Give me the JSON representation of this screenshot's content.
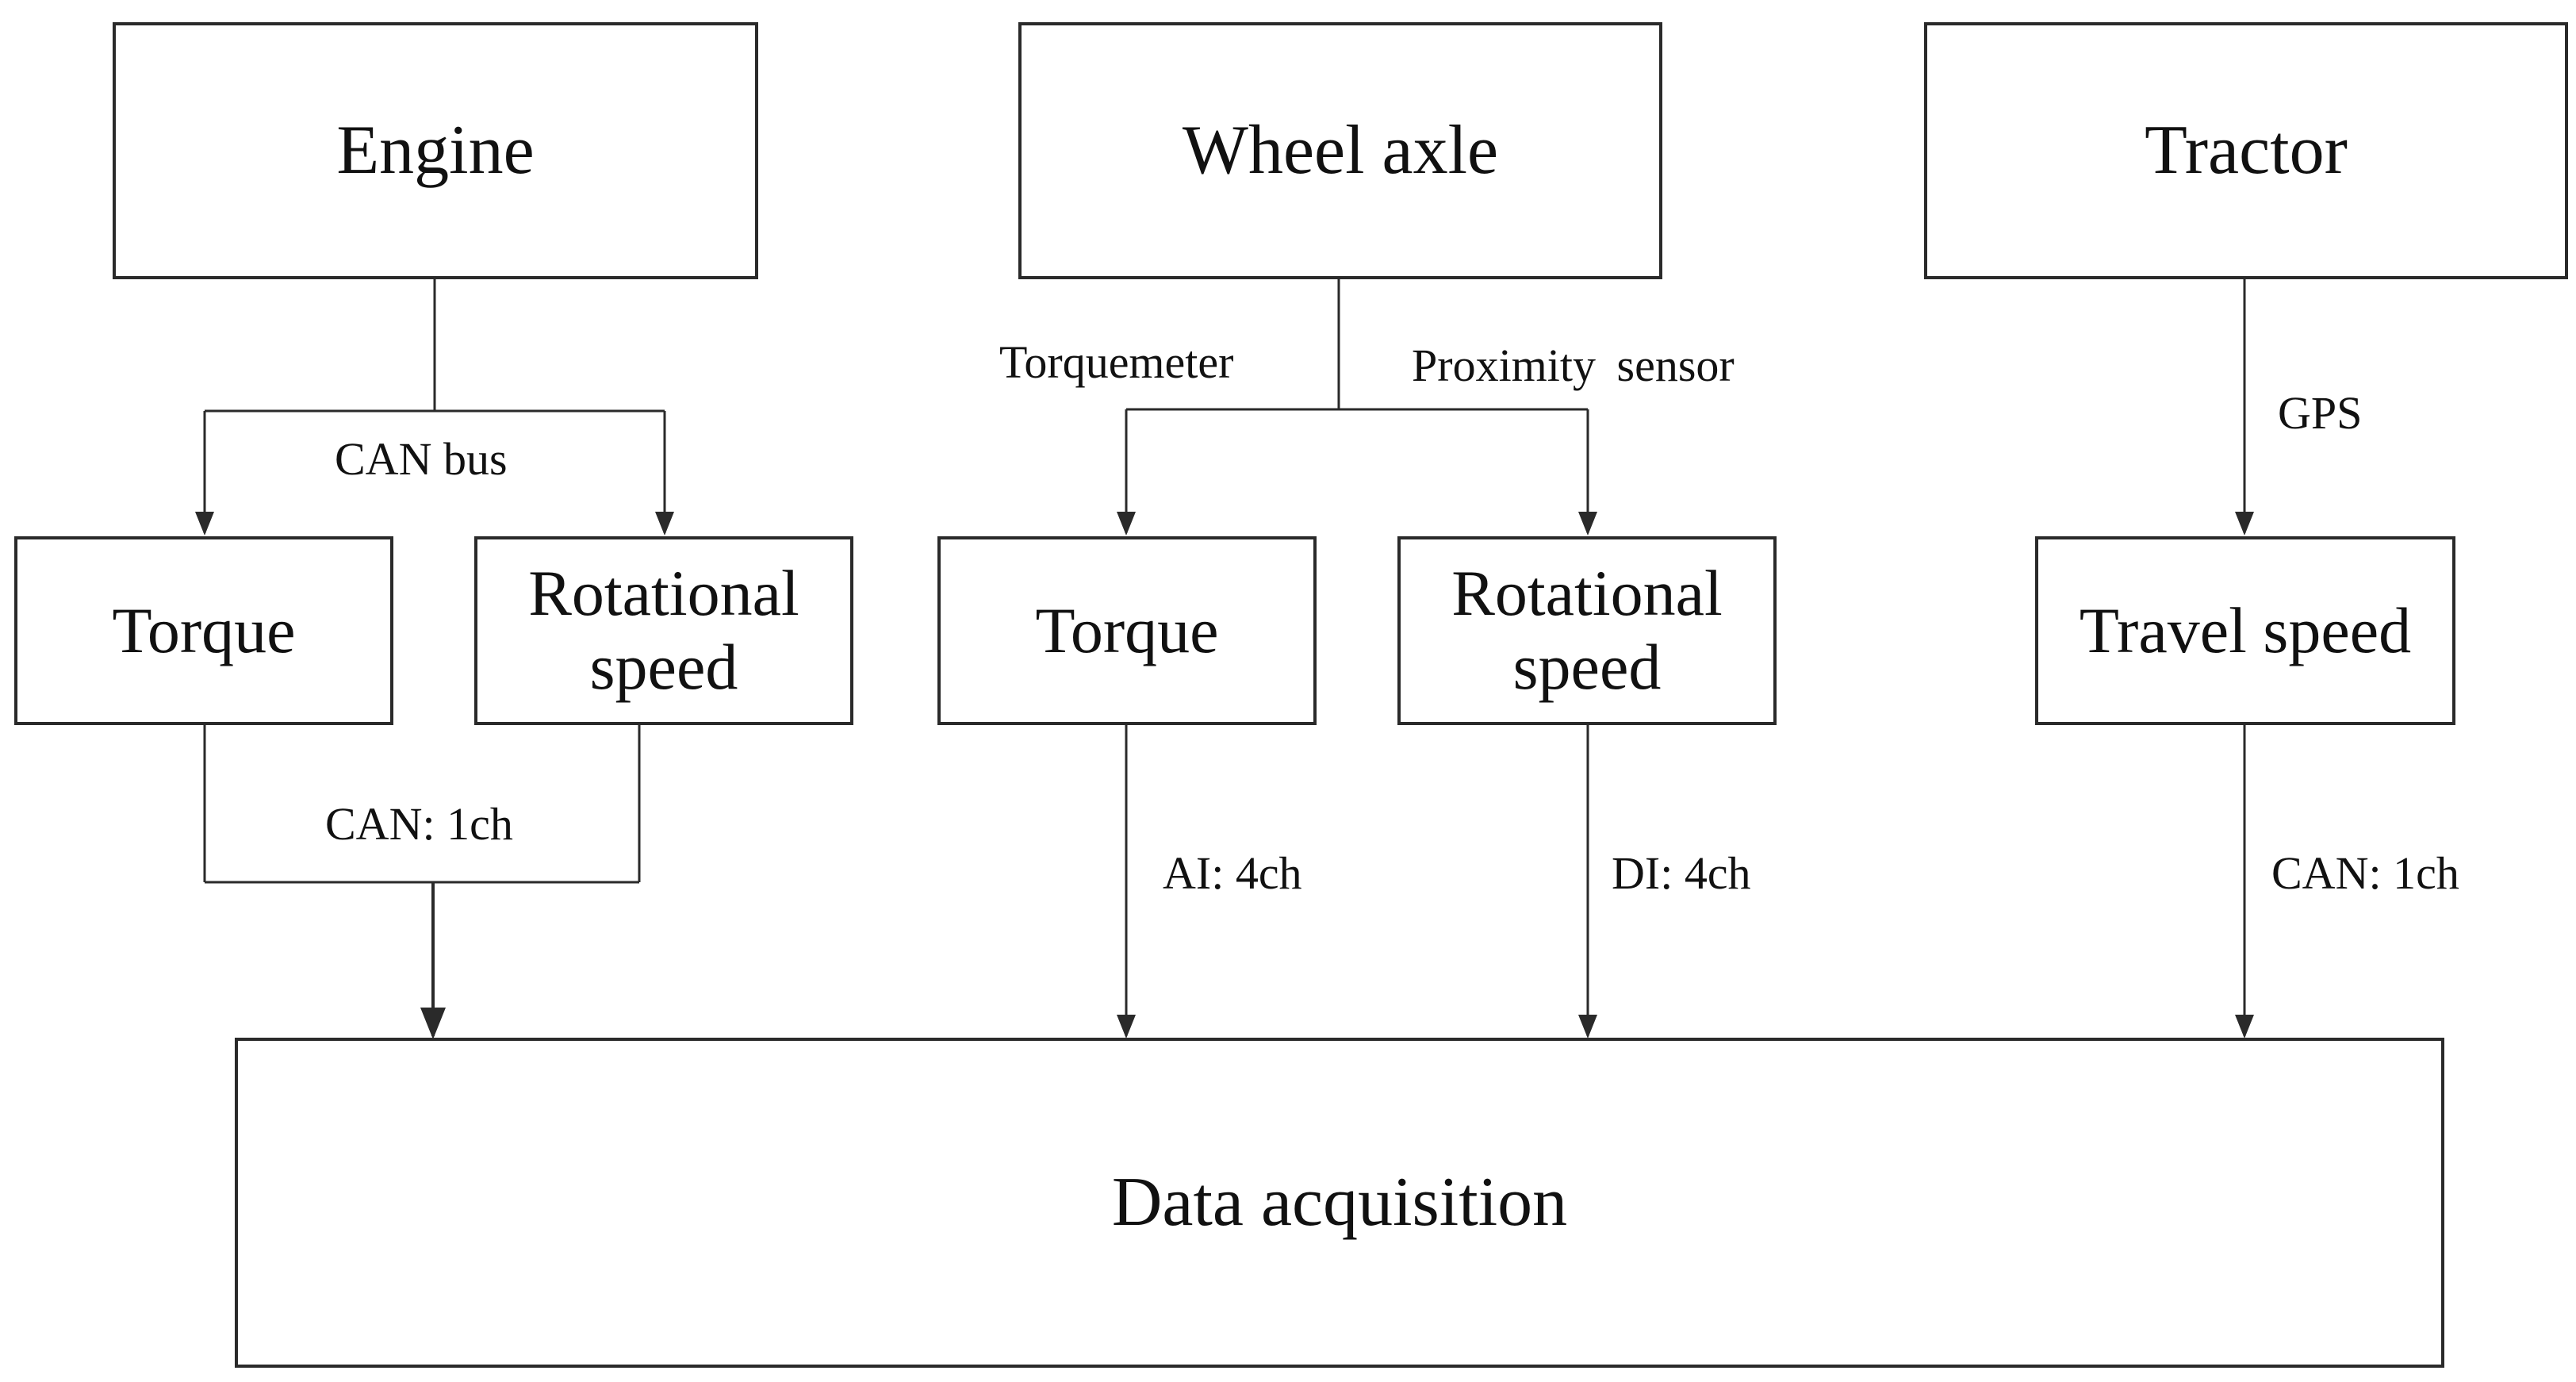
{
  "boxes": {
    "engine": "Engine",
    "wheel_axle": "Wheel axle",
    "tractor": "Tractor",
    "engine_torque": "Torque",
    "engine_rotational_speed": "Rotational speed",
    "axle_torque": "Torque",
    "axle_rotational_speed": "Rotational speed",
    "travel_speed": "Travel speed",
    "data_acquisition": "Data acquisition"
  },
  "labels": {
    "can_bus": "CAN bus",
    "torquemeter": "Torquemeter",
    "proximity_sensor": "Proximity sensor",
    "gps": "GPS",
    "engine_channel": "CAN: 1ch",
    "ai_channel": "AI: 4ch",
    "di_channel": "DI: 4ch",
    "tractor_channel": "CAN: 1ch"
  },
  "colors": {
    "stroke": "#2a2a2a",
    "text": "#111111",
    "background": "#ffffff"
  }
}
